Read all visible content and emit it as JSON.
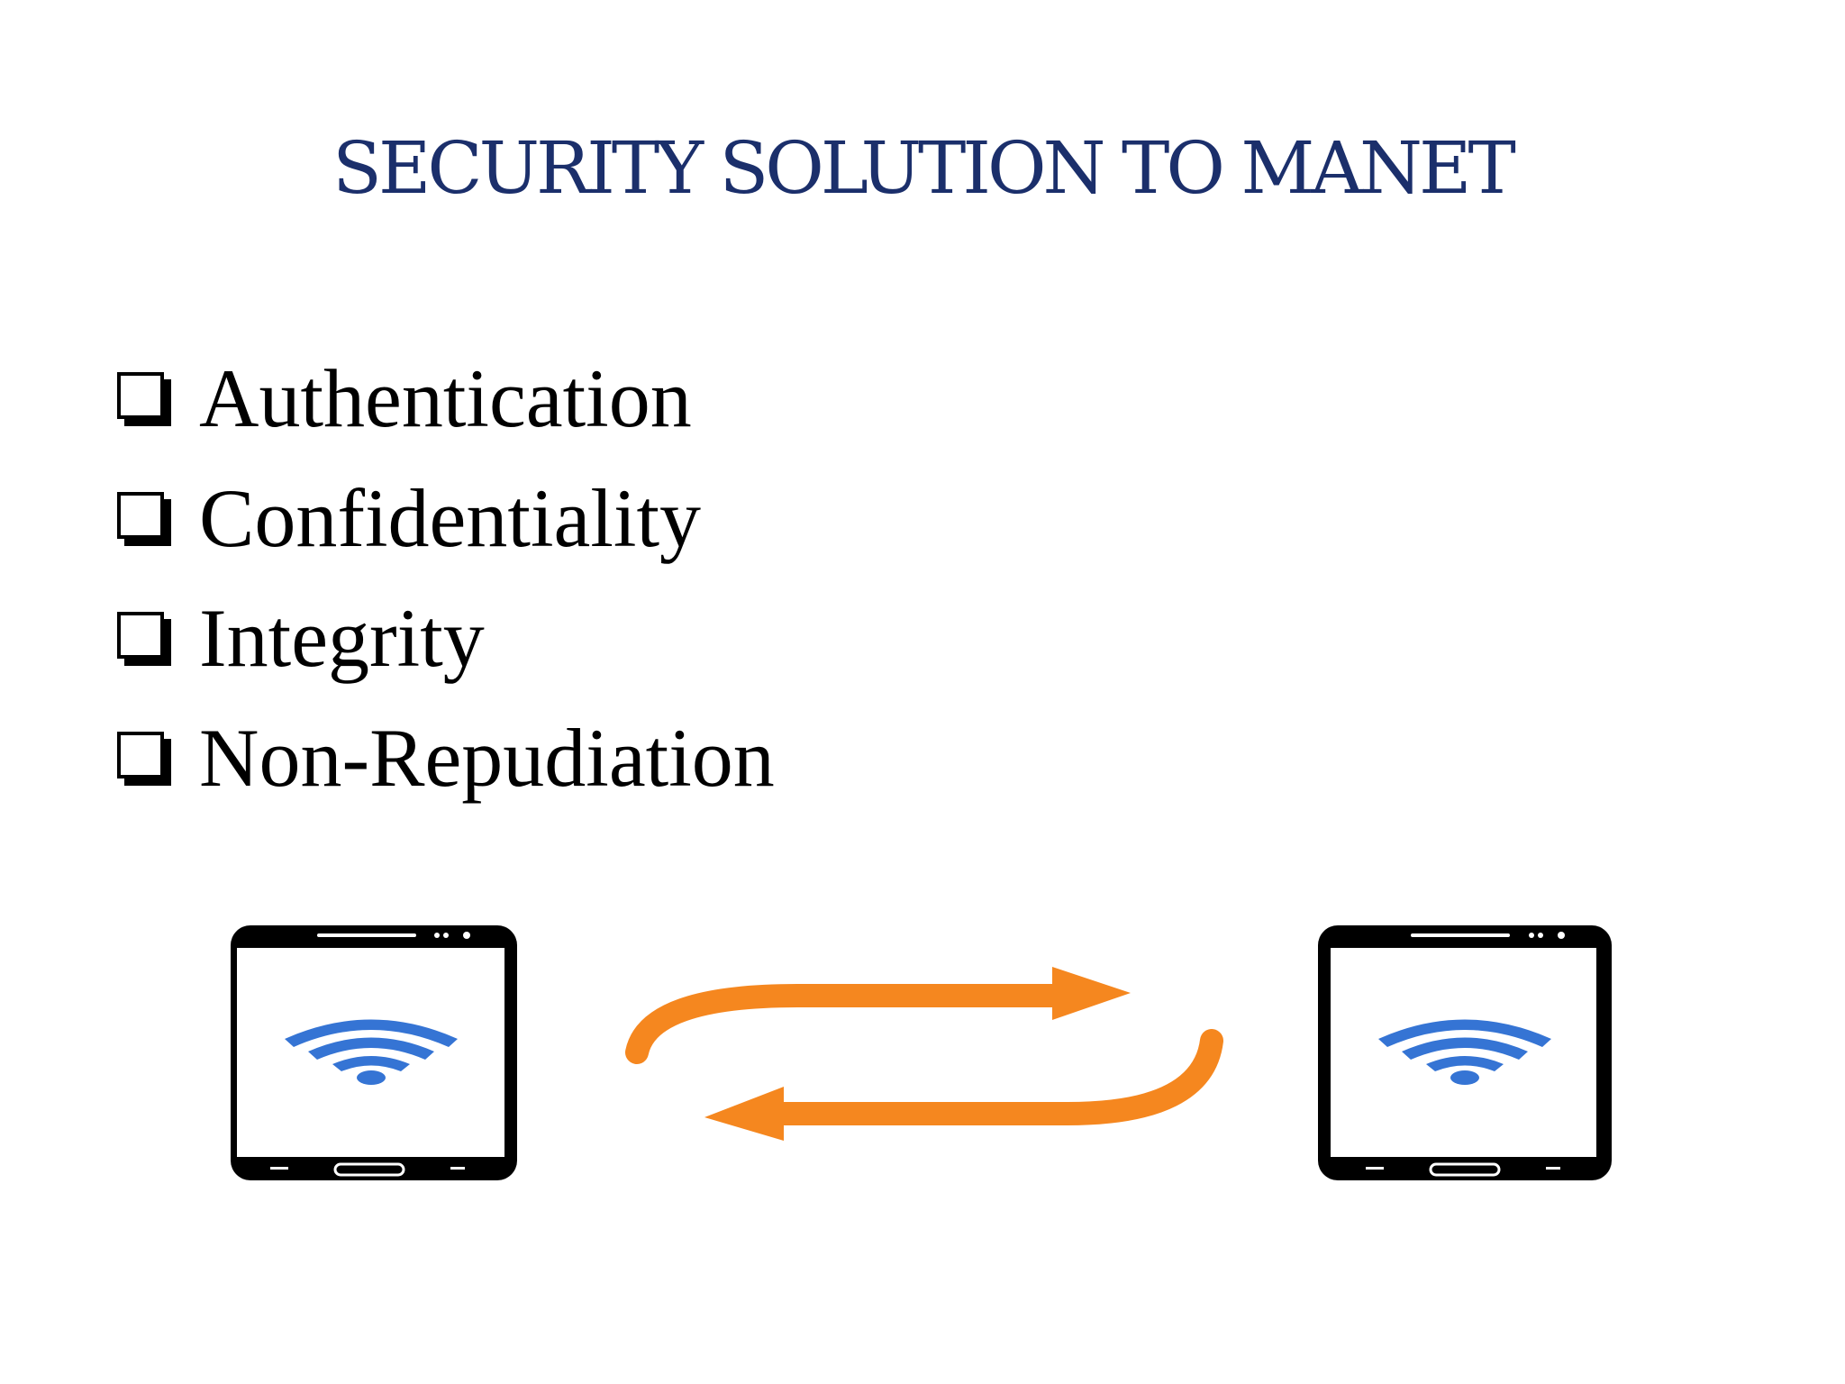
{
  "slide": {
    "title": "SECURITY SOLUTION TO MANET",
    "bullets": [
      {
        "label": "Authentication"
      },
      {
        "label": "Confidentiality"
      },
      {
        "label": "Integrity"
      },
      {
        "label": "Non-Repudiation"
      }
    ],
    "bullet_icon": "checkbox-square-icon",
    "illustration": {
      "left_device_icon": "smartphone-icon",
      "right_device_icon": "smartphone-icon",
      "signal_icon": "wifi-icon",
      "exchange_icon": "two-way-arrows-icon"
    },
    "colors": {
      "title": "#1b2f6b",
      "text": "#000000",
      "wifi": "#3574d4",
      "arrows": "#f5871f",
      "phone_body": "#000000"
    }
  }
}
